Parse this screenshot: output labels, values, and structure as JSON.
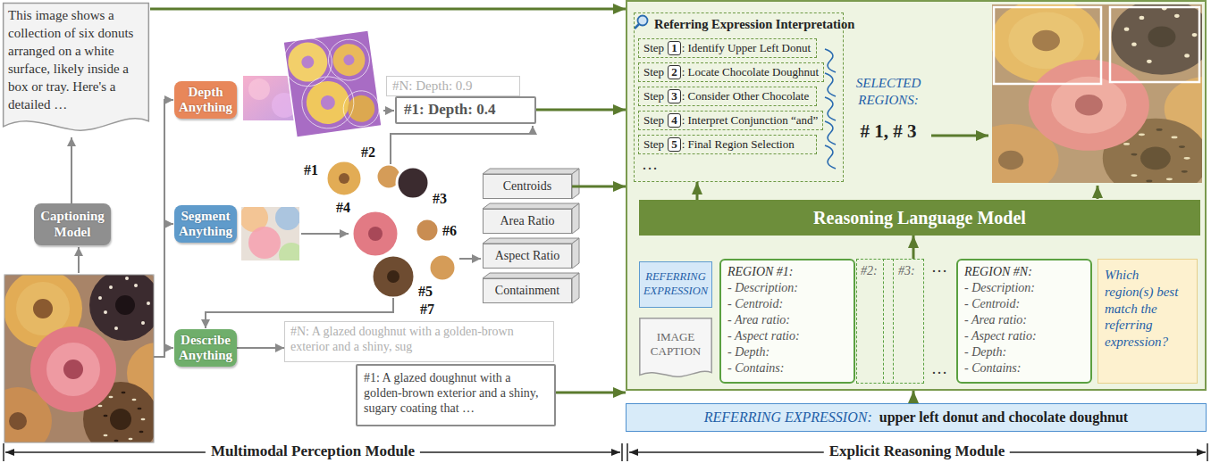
{
  "diagram": {
    "nodes": [
      {
        "text": [
          "This image shows a collection of six donuts arranged on a white surface, likely inside a box or tray. Here's a detailed …"
        ]
      },
      {
        "text": [
          "Captioning Model"
        ]
      },
      {
        "text": [
          "Depth Anything"
        ]
      },
      {
        "text": [
          "Segment Anything"
        ]
      },
      {
        "text": [
          "Describe Anything"
        ]
      },
      {
        "text": [
          "#N: Depth: 0.9"
        ]
      },
      {
        "text": [
          "#1: Depth: 0.4"
        ]
      },
      {
        "text": [
          "Centroids"
        ]
      },
      {
        "text": [
          "Area Ratio"
        ]
      },
      {
        "text": [
          "Aspect Ratio"
        ]
      },
      {
        "text": [
          "Containment"
        ]
      },
      {
        "text": [
          "#N: A glazed doughnut with a golden-brown exterior and a shiny, sug"
        ]
      },
      {
        "text": [
          "#1: A glazed doughnut with a golden-brown exterior and a shiny, sugary coating that …"
        ]
      },
      {
        "text": []
      },
      {
        "text": [
          "Referring Expression Interpretation"
        ],
        "in": 13
      },
      {
        "text": [
          "Step",
          "1",
          ": Identify Upper Left Donut"
        ],
        "in": 14
      },
      {
        "text": [
          "Step",
          "2",
          ": Locate Chocolate Doughnut"
        ],
        "in": 14
      },
      {
        "text": [
          "Step",
          "3",
          ": Consider Other Chocolate"
        ],
        "in": 14
      },
      {
        "text": [
          "Step",
          "4",
          ": Interpret Conjunction “and”"
        ],
        "in": 14
      },
      {
        "text": [
          "Step",
          "5",
          ": Final Region Selection"
        ],
        "in": 14
      },
      {
        "text": [
          "Reasoning Language Model"
        ],
        "in": 13
      },
      {
        "text": [
          "REFERRING EXPRESSION"
        ],
        "in": 13
      },
      {
        "text": [
          "IMAGE CAPTION"
        ],
        "in": 13
      },
      {
        "text": [
          "REGION #1:",
          "- Description:",
          "- Centroid:",
          "- Area ratio:",
          "- Aspect ratio:",
          "- Depth:",
          "- Contains:"
        ],
        "in": 13
      },
      {
        "text": [
          "#2:"
        ],
        "in": 13
      },
      {
        "text": [
          "#3:"
        ],
        "in": 13
      },
      {
        "text": [
          "REGION #N:",
          "- Description:",
          "- Centroid:",
          "- Area ratio:",
          "- Aspect ratio:",
          "- Depth:",
          "- Contains:"
        ],
        "in": 13
      },
      {
        "text": [
          "Which region(s) best match the referring expression?"
        ],
        "in": 13
      },
      {
        "text": [
          "REFERRING EXPRESSION:",
          "upper left donut and chocolate doughnut"
        ]
      }
    ],
    "edges": [
      {
        "from": 1,
        "to": 0,
        "arrow": "to"
      },
      {
        "from": 0,
        "to": 13,
        "arrow": "to"
      },
      {
        "from": 6,
        "to": 13,
        "arrow": "to"
      },
      {
        "from": 7,
        "to": 13,
        "arrow": "to"
      },
      {
        "from": 4,
        "to": 11,
        "arrow": "to"
      },
      {
        "from": 12,
        "to": 13,
        "arrow": "to"
      },
      {
        "from": 25,
        "to": 20,
        "arrow": "to"
      },
      {
        "from": 20,
        "to": 14,
        "arrow": "to"
      },
      {
        "from": 28,
        "to": 13,
        "arrow": "to"
      }
    ],
    "labels": [
      "#1",
      "#2",
      "#3",
      "#4",
      "#5",
      "#6",
      "#7",
      "…",
      "SELECTED REGIONS:",
      "# 1, # 3",
      "…",
      "…",
      "Multimodal Perception Module",
      "Explicit Reasoning Module"
    ]
  }
}
